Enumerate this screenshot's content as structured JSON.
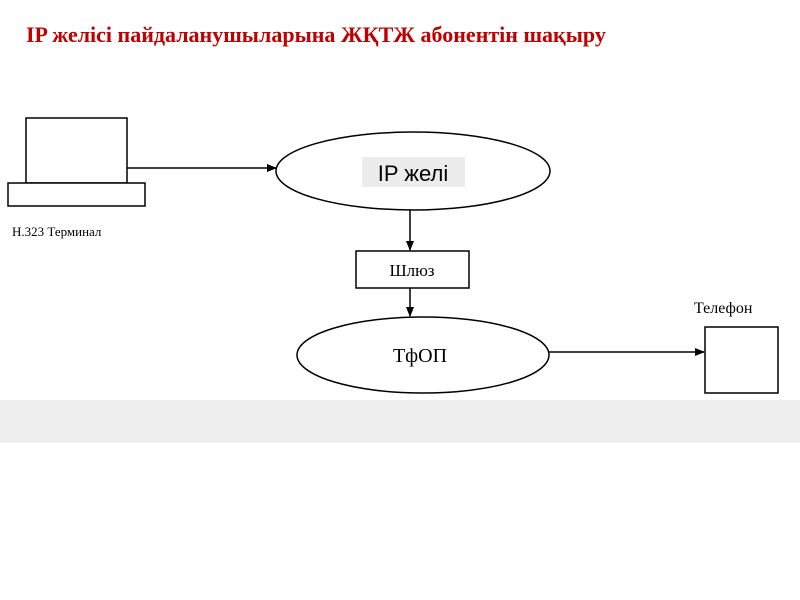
{
  "slide": {
    "title": "IP желісі пайдаланушыларына ЖҚТЖ абонентін шақыру"
  },
  "diagram": {
    "terminal_label": "Н.323 Терминал",
    "ip_network_label": "IP желі",
    "gateway_label": "Шлюз",
    "pstn_label": "ТфОП",
    "telephone_label": "Телефон"
  },
  "colors": {
    "title": "#c00000",
    "lines": "#000000",
    "panel": "#eeeeee"
  }
}
